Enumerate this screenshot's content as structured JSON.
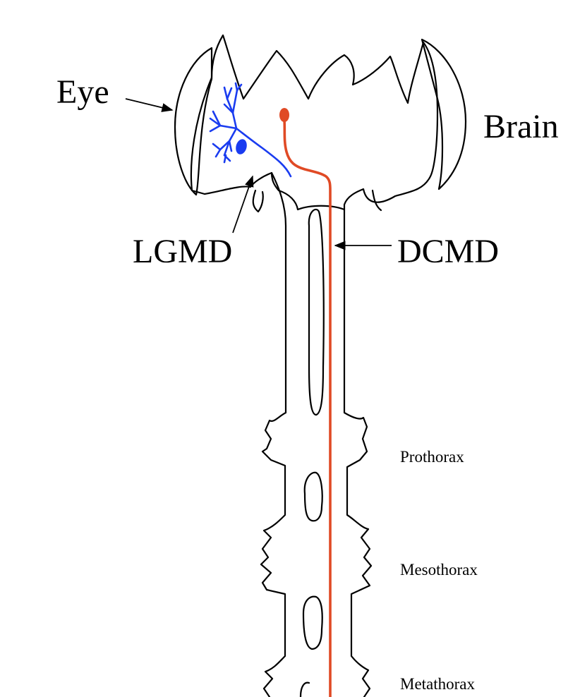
{
  "labels": {
    "eye": "Eye",
    "brain": "Brain",
    "lgmd": "LGMD",
    "dcmd": "DCMD",
    "prothorax": "Prothorax",
    "mesothorax": "Mesothorax",
    "metathorax": "Metathorax"
  },
  "colors": {
    "lgmd_neuron": "#1a3cf0",
    "dcmd_neuron": "#e04a25",
    "outline": "#000000",
    "background": "#ffffff"
  }
}
